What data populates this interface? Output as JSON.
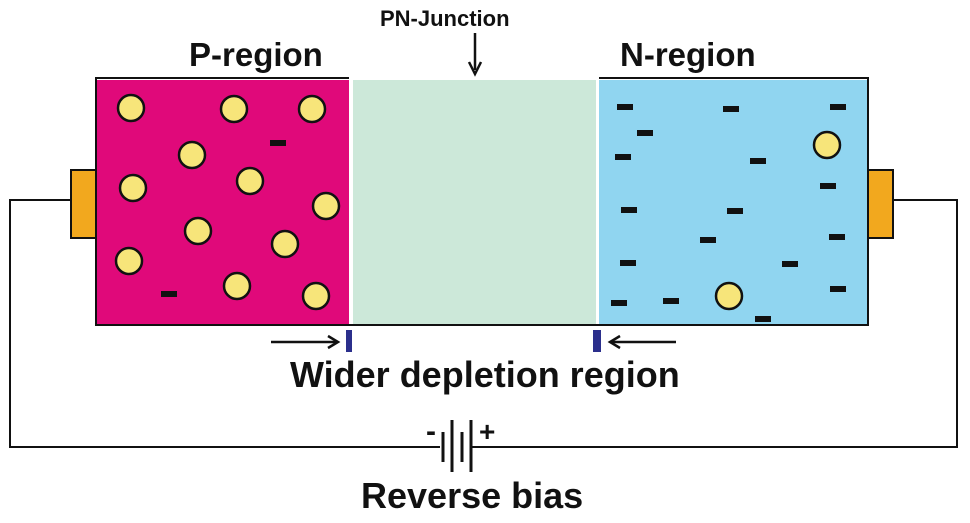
{
  "diagram": {
    "junction_label": "PN-Junction",
    "p_region_label": "P-region",
    "n_region_label": "N-region",
    "depletion_label": "Wider depletion region",
    "bias_label": "Reverse bias",
    "battery_negative": "-",
    "battery_positive": "+",
    "colors": {
      "p_region": "#e0097a",
      "depletion_region": "#cce8d9",
      "n_region": "#90d5f0",
      "terminal": "#f2a81e",
      "hole": "#f7e57a",
      "electron": "#111111",
      "depletion_edge": "#2b2f8c",
      "wire": "#111111"
    }
  }
}
